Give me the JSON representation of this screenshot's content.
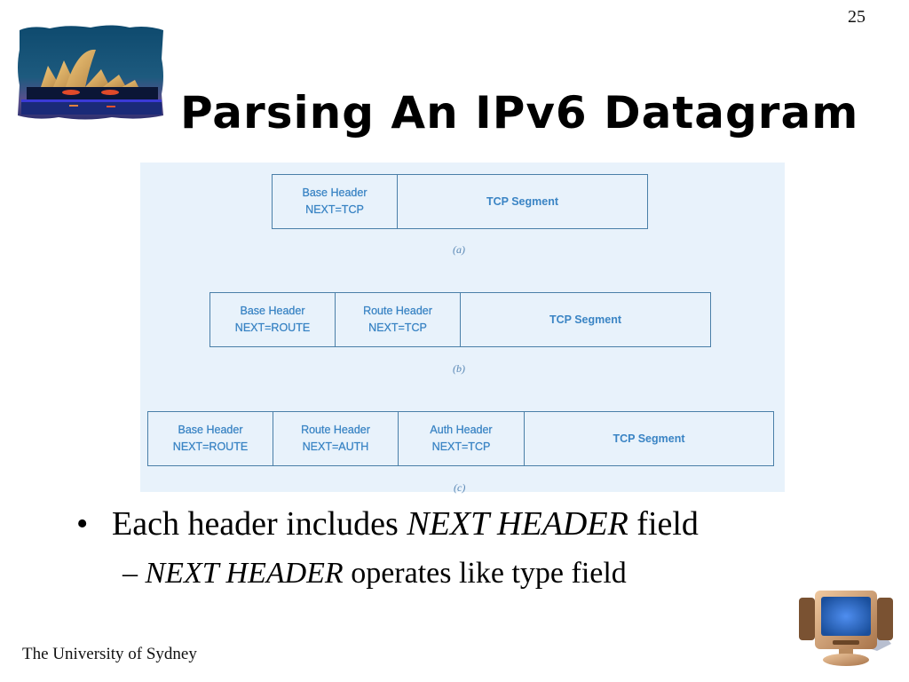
{
  "slide": {
    "number": "25",
    "title": "Parsing An IPv6 Datagram",
    "footer": "The University of Sydney",
    "logo_icon": "sydney-opera-house-logo",
    "corner_icon": "computer-monitor-icon"
  },
  "figure": {
    "background": "#e8f2fb",
    "border_color": "#4a7fa8",
    "text_color": "#3a84c4",
    "diagrams": [
      {
        "caption": "(a)",
        "cells": [
          {
            "name": "Base Header",
            "next": "NEXT=TCP"
          },
          {
            "segment": "TCP Segment"
          }
        ]
      },
      {
        "caption": "(b)",
        "cells": [
          {
            "name": "Base Header",
            "next": "NEXT=ROUTE"
          },
          {
            "name": "Route Header",
            "next": "NEXT=TCP"
          },
          {
            "segment": "TCP Segment"
          }
        ]
      },
      {
        "caption": "(c)",
        "cells": [
          {
            "name": "Base Header",
            "next": "NEXT=ROUTE"
          },
          {
            "name": "Route Header",
            "next": "NEXT=AUTH"
          },
          {
            "name": "Auth Header",
            "next": "NEXT=TCP"
          },
          {
            "segment": "TCP Segment"
          }
        ]
      }
    ]
  },
  "bullets": [
    {
      "marker": "•",
      "prefix": "Each header includes ",
      "emphasis": "NEXT HEADER",
      "suffix": " field",
      "children": [
        {
          "marker": "–",
          "emphasis": "NEXT HEADER",
          "suffix": " operates like type field"
        }
      ]
    }
  ]
}
